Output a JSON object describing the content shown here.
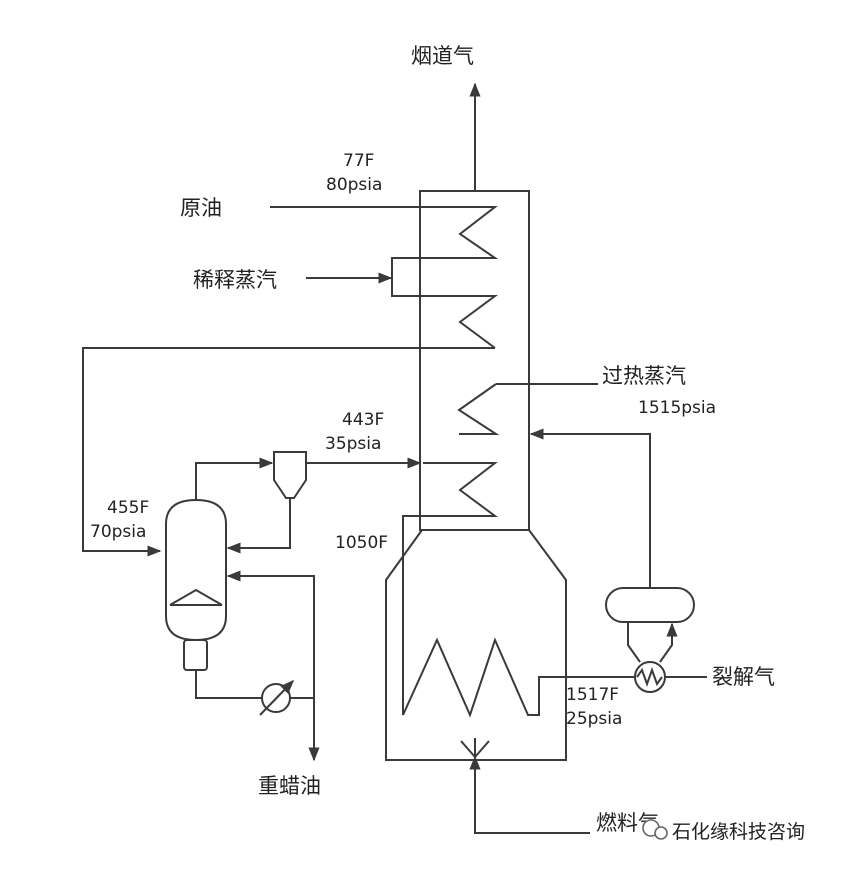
{
  "labels": {
    "flue_gas": "烟道气",
    "crude_oil": "原油",
    "dilution_steam": "稀释蒸汽",
    "superheated_steam": "过热蒸汽",
    "cracked_gas": "裂解气",
    "heavy_wax_oil": "重蜡油",
    "fuel_gas": "燃料气"
  },
  "conditions": {
    "crude_temp": "77F",
    "crude_pressure": "80psia",
    "mix_temp": "443F",
    "mix_pressure": "35psia",
    "flash_temp": "455F",
    "flash_pressure": "70psia",
    "crossover_temp": "1050F",
    "steam_pressure": "1515psia",
    "outlet_temp": "1517F",
    "outlet_pressure": "25psia"
  },
  "watermark": {
    "text": "石化缘科技咨询"
  },
  "colors": {
    "line": "#3a3a3a",
    "text": "#222222",
    "background": "#ffffff"
  }
}
